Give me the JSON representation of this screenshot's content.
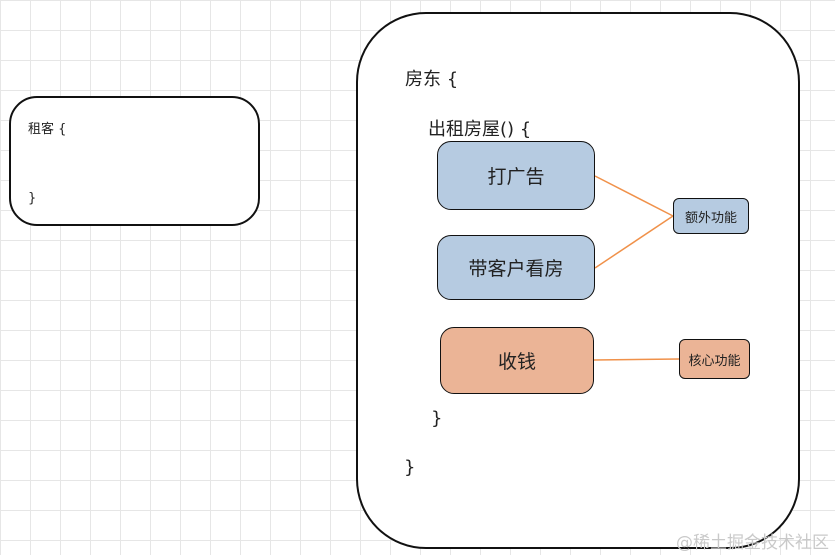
{
  "tenant": {
    "open": "租客 {",
    "close": "}"
  },
  "landlord": {
    "open": "房东 {",
    "close": "}",
    "method": {
      "open": "出租房屋() {",
      "close": "}",
      "steps": {
        "advertise": "打广告",
        "show_house": "带客户看房",
        "collect_rent": "收钱"
      }
    }
  },
  "tags": {
    "extra": "额外功能",
    "core": "核心功能"
  },
  "watermark": "@稀土掘金技术社区",
  "colors": {
    "extra_node_fill": "#b6cbe1",
    "core_node_fill": "#ebb496",
    "connector": "#f0914a"
  }
}
